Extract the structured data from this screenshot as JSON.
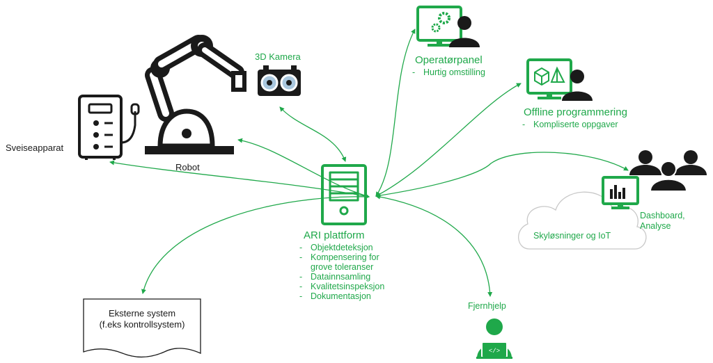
{
  "nodes": {
    "sveiseapparat": {
      "label": "Sveiseapparat"
    },
    "robot": {
      "label": "Robot"
    },
    "kamera": {
      "label": "3D Kamera"
    },
    "ari": {
      "title": "ARI plattform",
      "bullets": [
        "Objektdeteksjon",
        "Kompensering for\ngrove toleranser",
        "Datainnsamling",
        "Kvalitetsinspeksjon",
        "Dokumentasjon"
      ]
    },
    "operator": {
      "title": "Operatørpanel",
      "bullets": [
        "Hurtig omstilling"
      ]
    },
    "offline": {
      "title": "Offline programmering",
      "bullets": [
        "Kompliserte oppgaver"
      ]
    },
    "cloud": {
      "label": "Skyløsninger  og IoT"
    },
    "dashboard": {
      "label_line1": "Dashboard,",
      "label_line2": "Analyse"
    },
    "fjernhjelp": {
      "label": "Fjernhjelp"
    },
    "eksterne": {
      "label_line1": "Eksterne system",
      "label_line2": "(f.eks kontrollsystem)"
    }
  },
  "colors": {
    "accent": "#1fa84a",
    "dark": "#1a1a1a",
    "cloud": "#c8c8c8"
  },
  "icons": [
    "welding-machine-icon",
    "robot-arm-icon",
    "3d-camera-icon",
    "server-tower-icon",
    "operator-screen-gears-icon",
    "offline-programming-screen-icon",
    "people-group-icon",
    "dashboard-monitor-icon",
    "cloud-icon",
    "remote-support-person-icon",
    "document-icon"
  ]
}
